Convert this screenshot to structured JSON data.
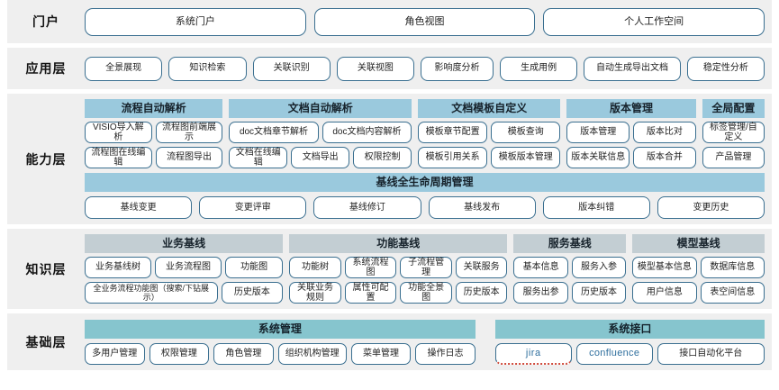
{
  "colors": {
    "row_background": "#efefef",
    "pill_border": "#3a6f90",
    "capability_header": "#9ac9dd",
    "knowledge_header": "#c3ced3",
    "foundation_header": "#86c5ce",
    "page_background": "#ffffff"
  },
  "layers": [
    {
      "label": "门户",
      "name": "portal",
      "items": [
        "系统门户",
        "角色视图",
        "个人工作空间"
      ]
    },
    {
      "label": "应用层",
      "name": "application",
      "items": [
        "全景展现",
        "知识检索",
        "关联识别",
        "关联视图",
        "影响度分析",
        "生成用例",
        "自动生成导出文档",
        "稳定性分析"
      ]
    }
  ],
  "capability": {
    "label": "能力层",
    "groups": [
      {
        "title": "流程自动解析",
        "flex": 31,
        "rows": [
          [
            "VISIO导入解析",
            "流程图前端展示"
          ],
          [
            "流程图在线编辑",
            "流程图导出"
          ]
        ]
      },
      {
        "title": "文档自动解析",
        "flex": 41,
        "rows": [
          [
            "doc文档章节解析",
            "doc文档内容解析"
          ],
          [
            "文档在线编辑",
            "文档导出",
            "权限控制"
          ]
        ]
      },
      {
        "title": "文档模板自定义",
        "flex": 32,
        "rows": [
          [
            "模板章节配置",
            "模板查询"
          ],
          [
            "模板引用关系",
            "模板版本管理"
          ]
        ]
      },
      {
        "title": "版本管理",
        "flex": 29,
        "rows": [
          [
            "版本管理",
            "版本比对"
          ],
          [
            "版本关联信息",
            "版本合并"
          ]
        ]
      },
      {
        "title": "全局配置",
        "flex": 14,
        "rows": [
          [
            "标签管理/自定义"
          ],
          [
            "产品管理"
          ]
        ]
      }
    ],
    "lifecycle": {
      "title": "基线全生命周期管理",
      "items": [
        "基线变更",
        "变更评审",
        "基线修订",
        "基线发布",
        "版本纠错",
        "变更历史"
      ]
    }
  },
  "knowledge": {
    "label": "知识层",
    "groups": [
      {
        "title": "业务基线",
        "flex": 30,
        "rows": [
          [
            "业务基线树",
            "业务流程图",
            "功能图"
          ],
          [
            "全业务流程功能图（搜索/下钻展示）",
            "历史版本"
          ]
        ],
        "weights": [
          [
            1,
            1,
            0.85
          ],
          [
            2.3,
            1
          ]
        ]
      },
      {
        "title": "功能基线",
        "flex": 33,
        "rows": [
          [
            "功能树",
            "系统流程图",
            "子流程管理",
            "关联服务"
          ],
          [
            "关联业务规则",
            "属性可配置",
            "功能全景图",
            "历史版本"
          ]
        ],
        "weights": [
          [
            1,
            1,
            1,
            1
          ],
          [
            1,
            1,
            1,
            1
          ]
        ]
      },
      {
        "title": "服务基线",
        "flex": 17,
        "rows": [
          [
            "基本信息",
            "服务入参"
          ],
          [
            "服务出参",
            "历史版本"
          ]
        ],
        "weights": [
          [
            1,
            1
          ],
          [
            1,
            1
          ]
        ]
      },
      {
        "title": "模型基线",
        "flex": 20,
        "rows": [
          [
            "模型基本信息",
            "数据库信息"
          ],
          [
            "用户信息",
            "表空间信息"
          ]
        ],
        "weights": [
          [
            1,
            1
          ],
          [
            1,
            1
          ]
        ]
      }
    ]
  },
  "foundation": {
    "label": "基础层",
    "groups": [
      {
        "title": "系统管理",
        "name": "system-management",
        "items": [
          "多用户管理",
          "权限管理",
          "角色管理",
          "组织机构管理",
          "菜单管理",
          "操作日志"
        ]
      },
      {
        "title": "系统接口",
        "name": "system-interface",
        "items": [
          "jira",
          "confluence",
          "接口自动化平台"
        ]
      }
    ]
  }
}
